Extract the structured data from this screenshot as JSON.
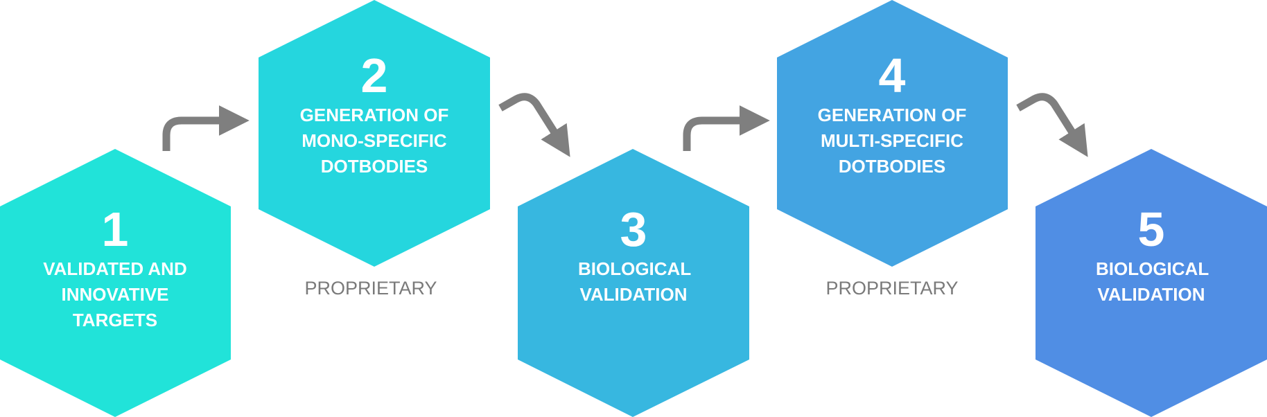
{
  "colors": {
    "step1": "#21e3d9",
    "step2": "#25d6de",
    "step3": "#37b7e0",
    "step4": "#43a4e2",
    "step5": "#508ee4",
    "arrow": "#7f7f7f",
    "note": "#7a7a7a"
  },
  "steps": [
    {
      "number": "1",
      "label": "VALIDATED AND INNOVATIVE TARGETS"
    },
    {
      "number": "2",
      "label": "GENERATION OF MONO-SPECIFIC DOTBODIES"
    },
    {
      "number": "3",
      "label": "BIOLOGICAL VALIDATION"
    },
    {
      "number": "4",
      "label": "GENERATION OF MULTI-SPECIFIC DOTBODIES"
    },
    {
      "number": "5",
      "label": "BIOLOGICAL VALIDATION"
    }
  ],
  "notes": [
    {
      "text": "PROPRIETARY"
    },
    {
      "text": "PROPRIETARY"
    }
  ]
}
